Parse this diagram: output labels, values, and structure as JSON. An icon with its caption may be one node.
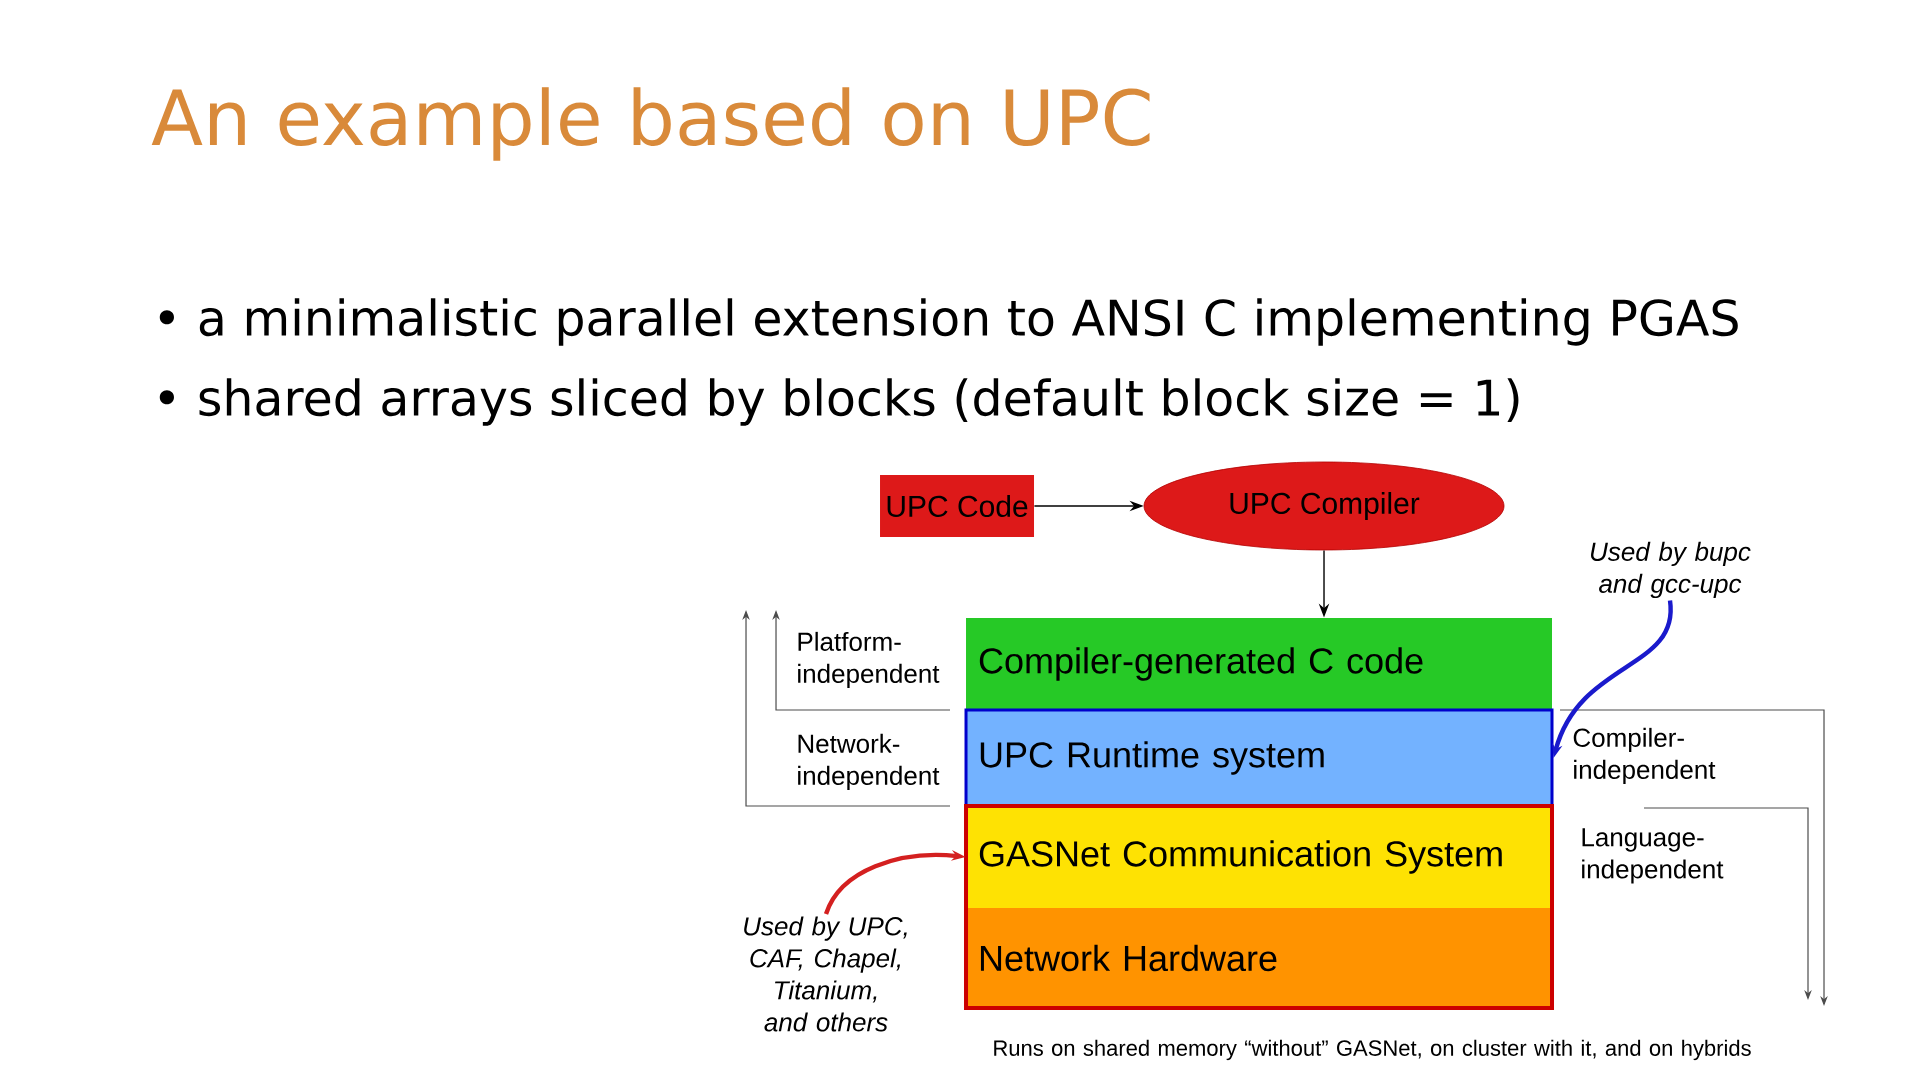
{
  "diagram": {
    "title": "An example based on UPC",
    "nodes": [
      {
        "text": [
          "UPC Code"
        ]
      },
      {
        "text": [
          "UPC Compiler"
        ]
      },
      {
        "text": [
          "Compiler-generated C code"
        ]
      },
      {
        "text": [
          "UPC Runtime system"
        ]
      },
      {
        "text": [
          "GASNet Communication System"
        ]
      },
      {
        "text": [
          "Network Hardware"
        ]
      },
      {
        "text": [
          "Used by bupc and gcc-upc"
        ]
      },
      {
        "text": [
          "Used by UPC, CAF, Chapel, Titanium, and others"
        ]
      }
    ],
    "edges": [
      {
        "from": 0,
        "to": 1,
        "arrow": "to"
      },
      {
        "from": 1,
        "to": 2,
        "arrow": "to"
      },
      {
        "from": 6,
        "to": 3,
        "arrow": "to",
        "style": "thick",
        "color": "#1a1acc"
      },
      {
        "from": 7,
        "to": 4,
        "arrow": "to",
        "style": "thick",
        "color": "#d42020"
      }
    ],
    "labels": [
      "• a minimalistic parallel extension to ANSI C implementing PGAS",
      "• shared arrays sliced by blocks (default block size = 1)",
      "Platform-independent",
      "Network-independent",
      "Compiler-independent",
      "Language-independent",
      "Runs on shared memory “without” GASNet, on cluster with it, and on hybrids"
    ]
  }
}
